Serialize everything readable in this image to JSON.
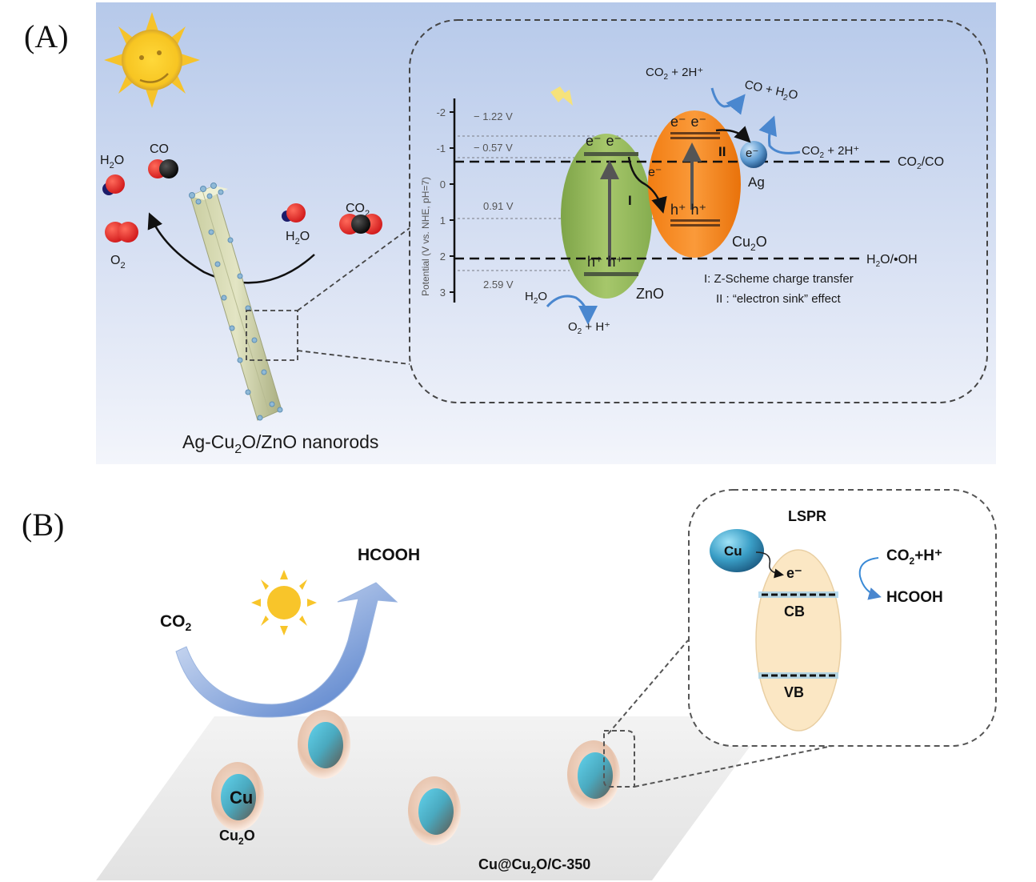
{
  "panel_a": {
    "label": "(A)",
    "caption": {
      "pre": "Ag-Cu",
      "sub": "2",
      "post": "O/ZnO nanorods"
    },
    "molecules": {
      "h2o_left": {
        "pre": "H",
        "sub": "2",
        "post": "O"
      },
      "co": "CO",
      "o2": {
        "pre": "O",
        "sub": "2",
        "post": ""
      },
      "h2o_right": {
        "pre": "H",
        "sub": "2",
        "post": "O"
      },
      "co2": {
        "pre": "CO",
        "sub": "2",
        "post": ""
      }
    },
    "energy_diagram": {
      "axis_label": "Potential (V vs. NHE, pH=7)",
      "ticks": [
        "-2",
        "-1",
        "0",
        "1",
        "2",
        "3"
      ],
      "potentials": [
        "− 1.22 V",
        "− 0.57 V",
        "0.91 V",
        "2.59 V"
      ],
      "carriers": {
        "electron": "e⁻",
        "hole": "h⁺"
      },
      "materials": {
        "zno": "ZnO",
        "cu2o": {
          "pre": "Cu",
          "sub": "2",
          "post": "O"
        },
        "ag": "Ag"
      },
      "pathway_marks": {
        "one": "I",
        "two": "II"
      },
      "reactions": {
        "co2_top": {
          "pre": "CO",
          "sub": "2",
          "post": " + 2H⁺"
        },
        "co_h2o": {
          "pre": "CO + H",
          "sub": "2",
          "post": "O"
        },
        "co2_right": {
          "pre": "CO",
          "sub": "2",
          "post": " + 2H⁺"
        },
        "h2o_bottom": {
          "pre": "H",
          "sub": "2",
          "post": "O"
        },
        "o2_h": {
          "pre": "O",
          "sub": "2",
          "post": " + H⁺"
        }
      },
      "redox_couples": {
        "co2_co": {
          "pre": "CO",
          "sub": "2",
          "post": "/CO"
        },
        "h2o_oh": {
          "pre": "H",
          "sub": "2",
          "post": "O/•OH"
        }
      },
      "legend": [
        "I: Z-Scheme charge transfer",
        "II : “electron sink” effect"
      ]
    }
  },
  "panel_b": {
    "label": "(B)",
    "reactant": {
      "pre": "CO",
      "sub": "2",
      "post": ""
    },
    "product": "HCOOH",
    "core_label": "Cu",
    "shell_label": {
      "pre": "Cu",
      "sub": "2",
      "post": "O"
    },
    "material": {
      "pre": "Cu@Cu",
      "sub": "2",
      "post": "O/C-350"
    },
    "inset": {
      "title": "LSPR",
      "cu": "Cu",
      "electron": "e⁻",
      "cb": "CB",
      "vb": "VB",
      "reactant": {
        "pre": "CO",
        "sub": "2",
        "post": "+H⁺"
      },
      "product": "HCOOH"
    }
  },
  "colors": {
    "panel_a_bg_top": "#b6c9ea",
    "panel_a_bg_bottom": "#f1f3fb",
    "zno": "#8fb75a",
    "cu2o": "#f0801e",
    "ag": "#4a8ac4",
    "sun": "#f8c52a",
    "arrow_blue": "#4a7fc9",
    "cu_core": "#49b8d2",
    "cu2o_shell": "#e9c6b0",
    "inset_oval": "#fbe7c4",
    "band_glow": "#9fd0ea"
  }
}
